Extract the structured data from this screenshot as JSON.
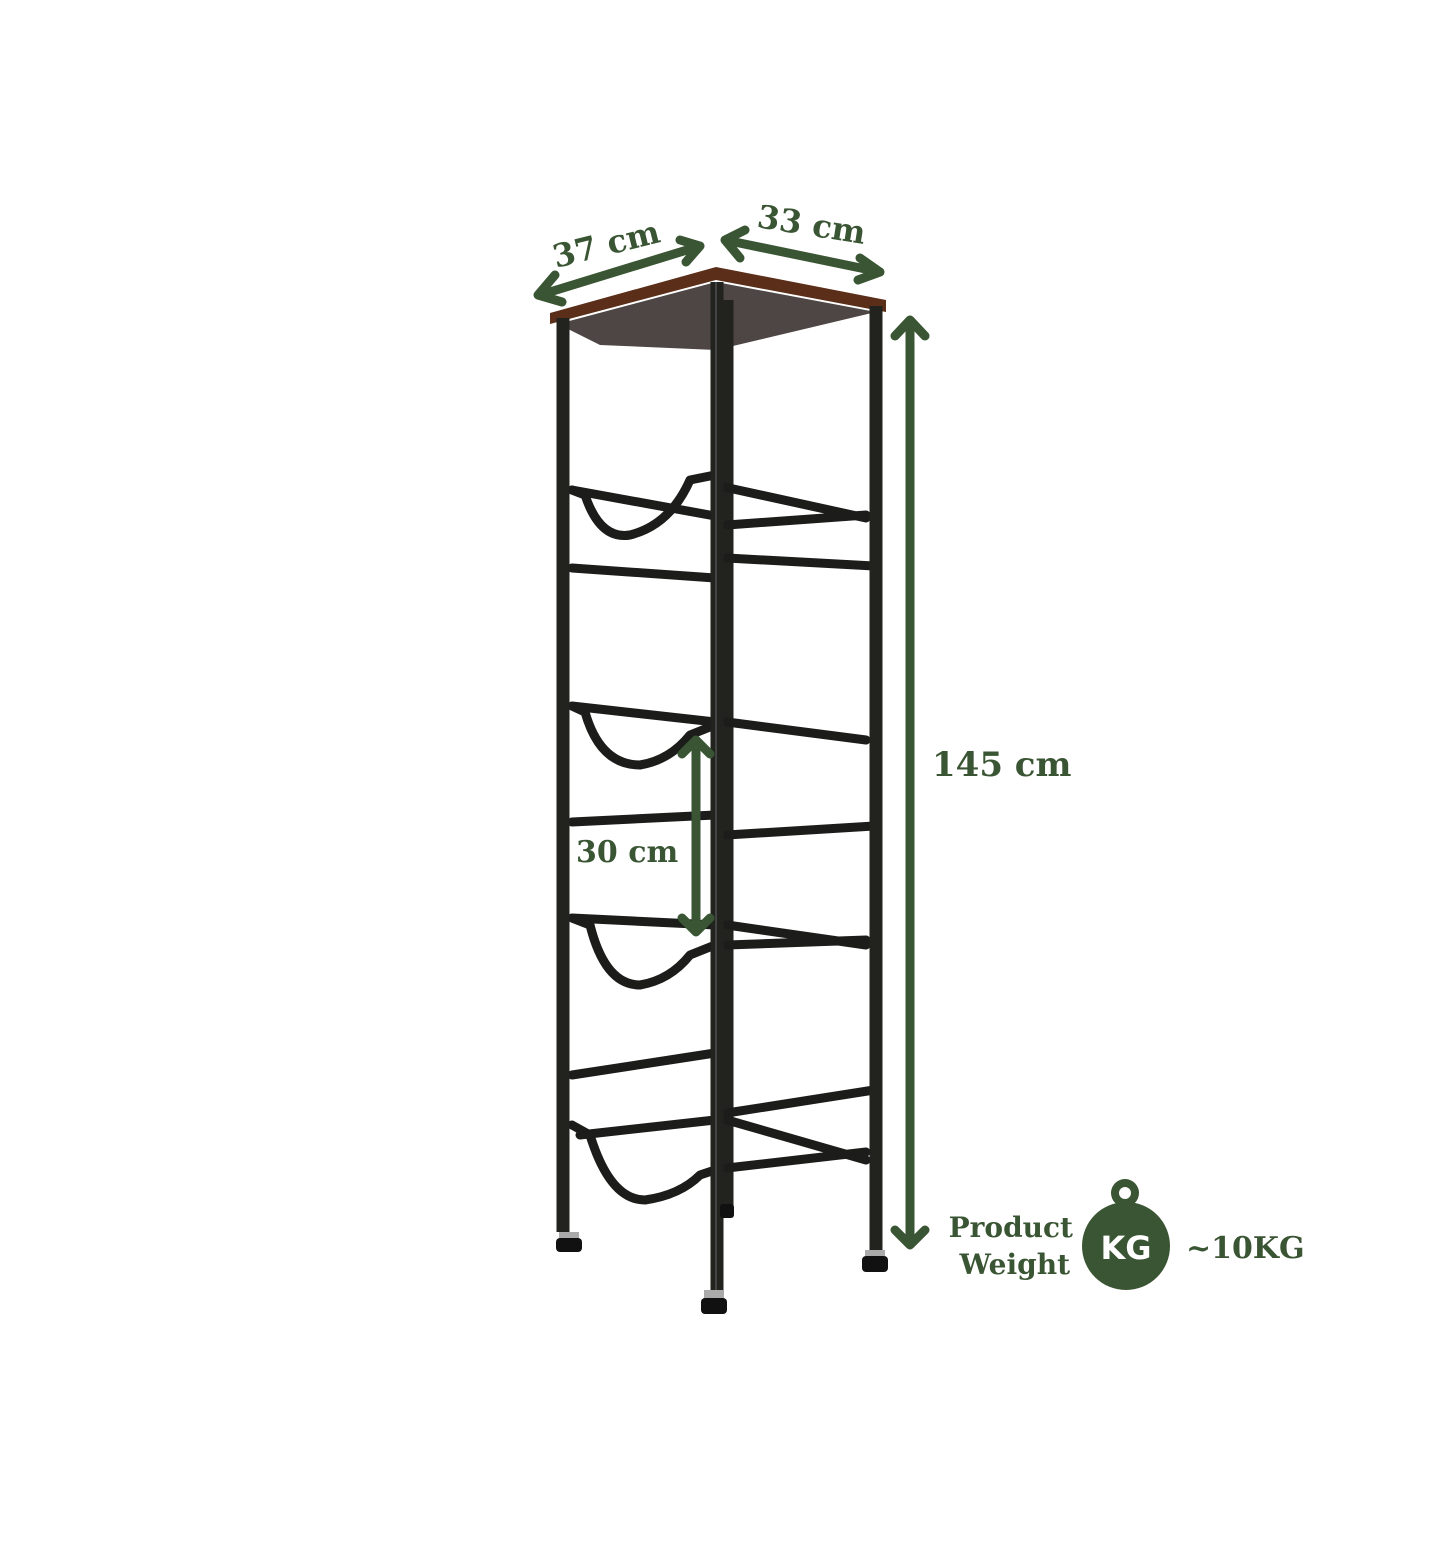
{
  "dimensions": {
    "width_label": "37 cm",
    "depth_label": "33 cm",
    "height_label": "145 cm",
    "shelf_spacing_label": "30 cm"
  },
  "weight": {
    "label_line1": "Product",
    "label_line2": "Weight",
    "badge_text": "KG",
    "value": "~10KG"
  },
  "colors": {
    "accent_green": "#3a5533",
    "frame": "#1c1c1a",
    "top_wood": "#4a2a1a"
  }
}
